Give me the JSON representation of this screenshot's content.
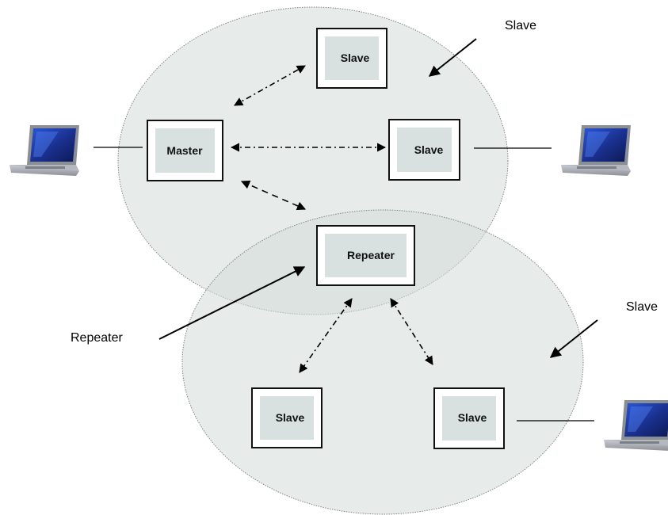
{
  "colors": {
    "cell_fill": "#d3dcd9",
    "cell_stroke": "#7f8580",
    "box_outer": "#ffffff",
    "box_inner": "#d8e0e0",
    "box_border": "#111111",
    "line": "#000000",
    "laptop_screen": "#1e3fa8",
    "laptop_body": "#a8acb3"
  },
  "nodes": {
    "master": "Master",
    "slave_top": "Slave",
    "slave_right": "Slave",
    "repeater": "Repeater",
    "slave_bottom_left": "Slave",
    "slave_bottom_right": "Slave"
  },
  "callouts": {
    "slave_top_right": "Slave",
    "repeater_left": "Repeater",
    "slave_bottom_right": "Slave"
  },
  "icons": [
    "laptop-icon",
    "laptop-icon",
    "laptop-icon"
  ]
}
